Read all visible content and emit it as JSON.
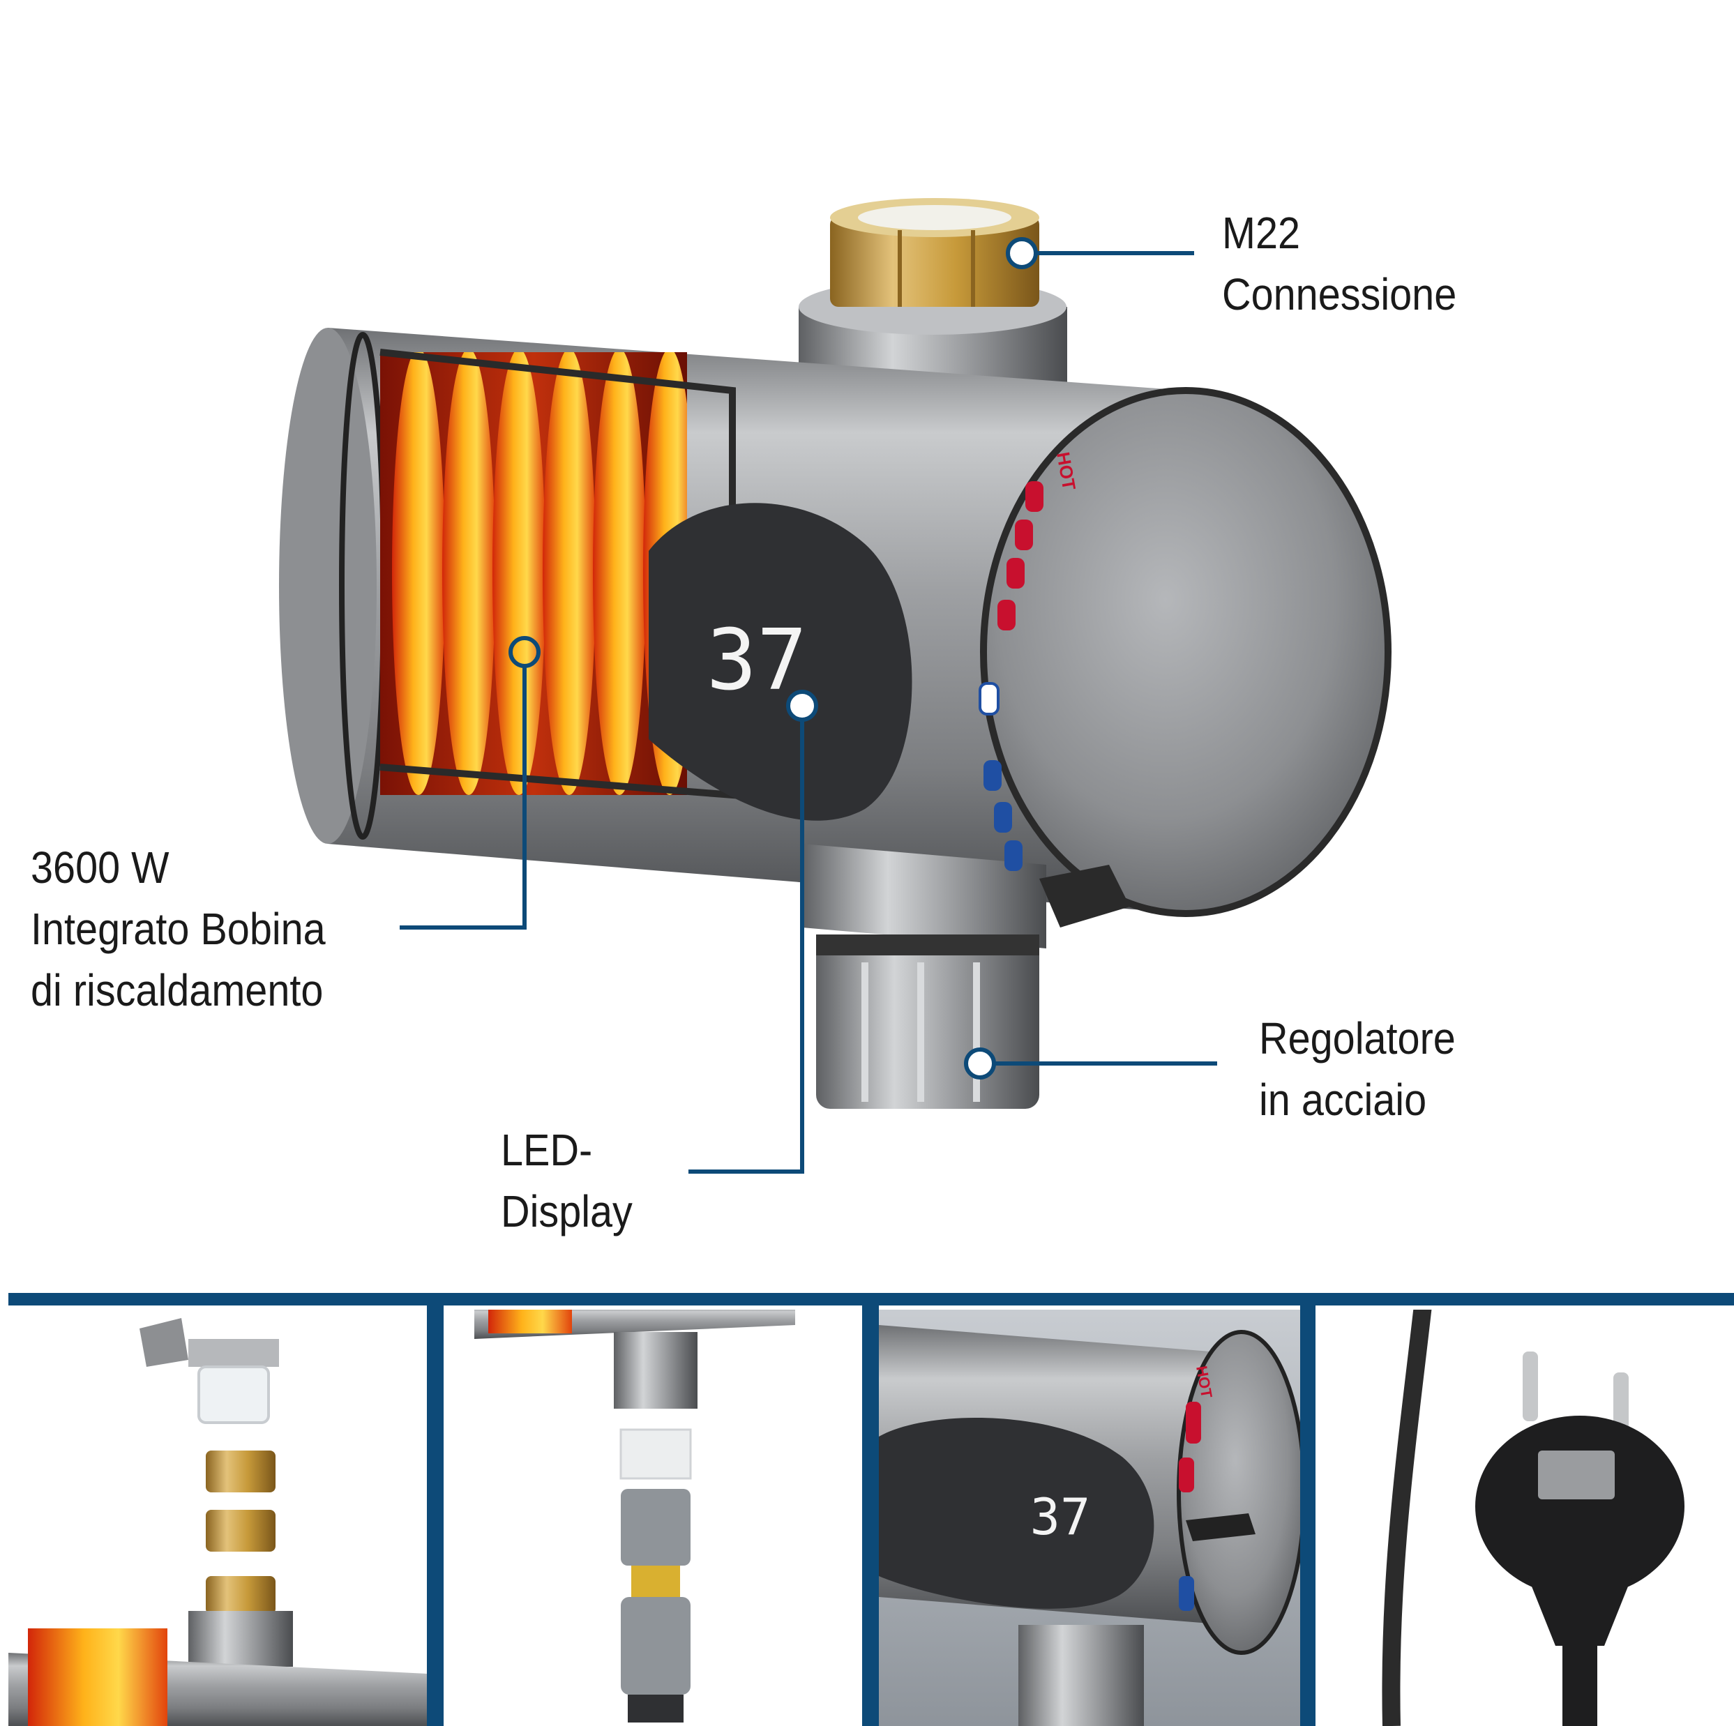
{
  "callouts": {
    "m22": {
      "line1": "M22",
      "line2": "Connessione"
    },
    "coil": {
      "line1": "3600 W",
      "line2": "Integrato Bobina",
      "line3": "di riscaldamento"
    },
    "led": {
      "line1": "LED-",
      "line2": "Display"
    },
    "regulator": {
      "line1": "Regolatore",
      "line2": "in acciaio"
    }
  },
  "product": {
    "display_temperature": "37",
    "scale_label": "HOT"
  },
  "thumbnails": {
    "panel3_display_temperature": "37",
    "panel3_scale_label": "HOT"
  },
  "colors": {
    "callout_blue": "#0d4a78",
    "hot_red": "#c8102e",
    "cold_blue": "#1f4fa3",
    "brass": "#c79a3a",
    "steel": "#a7a9ac"
  },
  "icons": [
    "heating-coil-icon",
    "brass-nut-icon",
    "hose-adapter-icon",
    "power-plug-icon"
  ]
}
